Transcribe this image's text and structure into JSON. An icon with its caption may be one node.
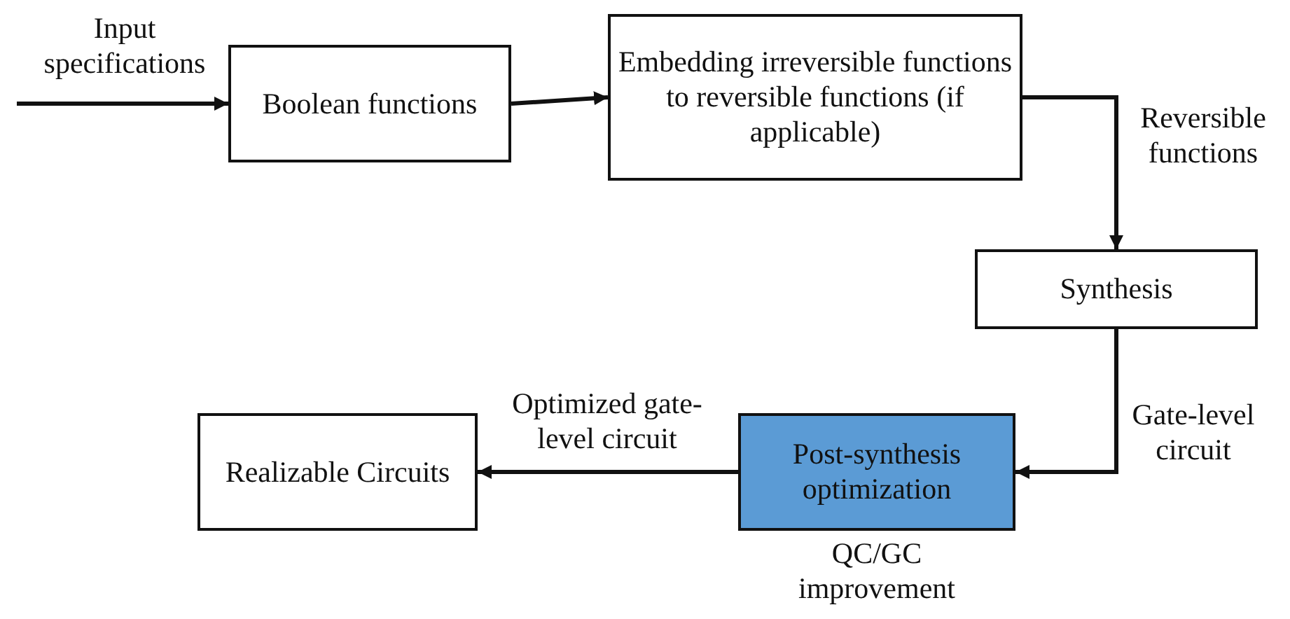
{
  "diagram": {
    "nodes": [
      {
        "text": [
          "Boolean functions"
        ]
      },
      {
        "text": [
          "Embedding irreversible functions to reversible functions (if applicable)"
        ]
      },
      {
        "text": [
          "Synthesis"
        ]
      },
      {
        "text": [
          "Post-synthesis optimization"
        ],
        "beside": [
          "QC/GC improvement"
        ]
      },
      {
        "text": [
          "Realizable Circuits"
        ]
      }
    ],
    "edges": [
      {
        "from": null,
        "to": 0,
        "arrow": "to",
        "label": "Input specifications"
      },
      {
        "from": 0,
        "to": 1,
        "arrow": "to"
      },
      {
        "from": 1,
        "to": 2,
        "arrow": "to",
        "label": "Reversible functions"
      },
      {
        "from": 2,
        "to": 3,
        "arrow": "to",
        "label": "Gate-level circuit"
      },
      {
        "from": 3,
        "to": 4,
        "arrow": "to",
        "label": "Optimized gate- level circuit"
      }
    ]
  }
}
